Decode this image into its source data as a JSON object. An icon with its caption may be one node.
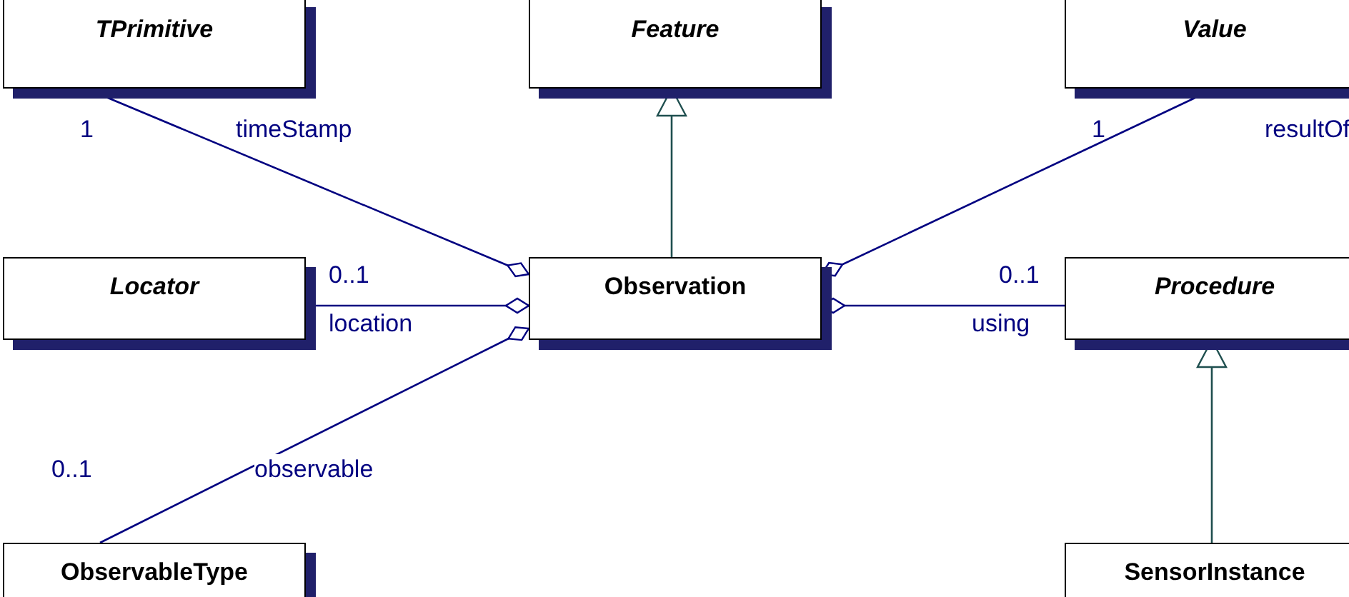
{
  "diagram": {
    "nodes": [
      {
        "text": [
          "*TPrimitive*"
        ]
      },
      {
        "text": [
          "*Feature*"
        ]
      },
      {
        "text": [
          "*Value*"
        ]
      },
      {
        "text": [
          "*Locator*"
        ]
      },
      {
        "text": [
          "Observation"
        ]
      },
      {
        "text": [
          "*Procedure*"
        ]
      },
      {
        "text": [
          "ObservableType"
        ]
      },
      {
        "text": [
          "SensorInstance"
        ]
      }
    ],
    "edges": [
      {
        "from": 0,
        "to": 4,
        "arrow": "other",
        "label": "timeStamp"
      },
      {
        "from": 4,
        "to": 1,
        "arrow": "to",
        "color": "#1f4f4f"
      },
      {
        "from": 2,
        "to": 4,
        "arrow": "other",
        "label": "resultOf"
      },
      {
        "from": 3,
        "to": 4,
        "arrow": "other",
        "label": "location"
      },
      {
        "from": 6,
        "to": 4,
        "arrow": "other",
        "label": "observable"
      },
      {
        "from": 5,
        "to": 4,
        "arrow": "other",
        "label": "using"
      },
      {
        "from": 7,
        "to": 5,
        "arrow": "to",
        "color": "#1f4f4f"
      }
    ],
    "labels": [
      "1",
      "1",
      "0..1",
      "0..1",
      "0..1"
    ]
  }
}
